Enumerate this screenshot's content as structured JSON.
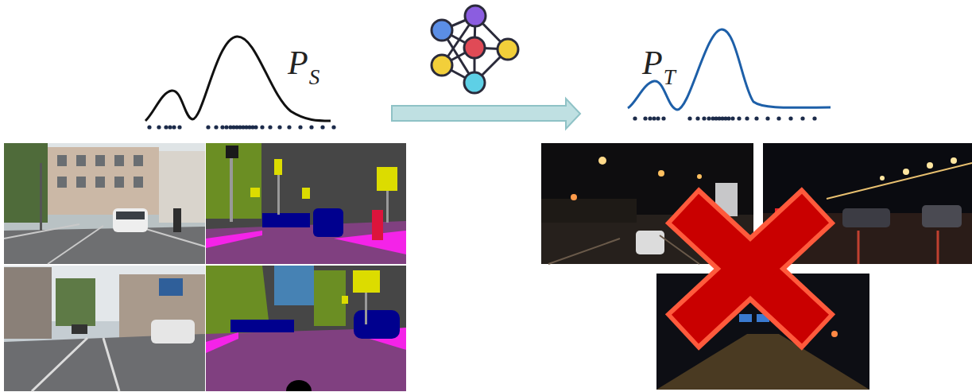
{
  "diagram": {
    "labels": [
      "P",
      "S",
      "P",
      "T"
    ]
  }
}
